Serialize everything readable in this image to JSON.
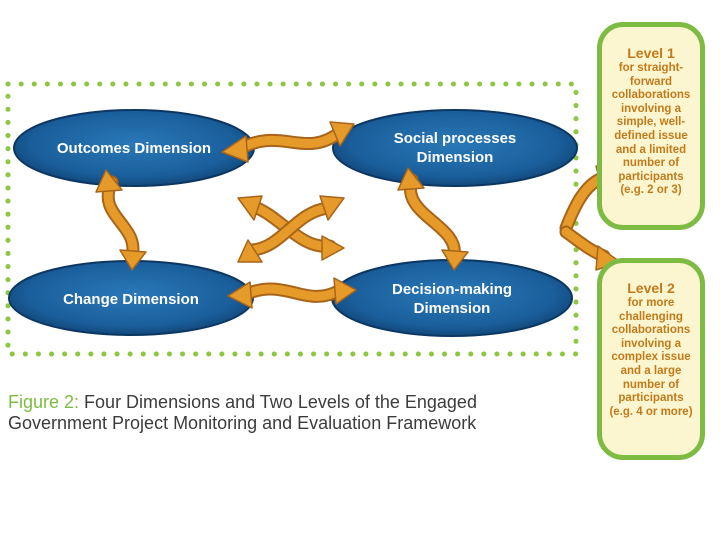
{
  "nodes": {
    "outcomes": {
      "line1": "Outcomes Dimension",
      "line2": ""
    },
    "social": {
      "line1": "Social processes",
      "line2": "Dimension"
    },
    "change": {
      "line1": "Change Dimension",
      "line2": ""
    },
    "decision": {
      "line1": "Decision-making",
      "line2": "Dimension"
    }
  },
  "levels": {
    "level1": {
      "title": "Level 1",
      "lines": [
        "for straight-",
        "forward",
        "collaborations",
        "involving a",
        "simple, well-",
        "defined issue",
        "and a limited",
        "number of",
        "participants",
        "(e.g. 2 or 3)"
      ]
    },
    "level2": {
      "title": "Level 2",
      "lines": [
        "for more",
        "challenging",
        "collaborations",
        "involving a",
        "complex issue",
        "and a large",
        "number of",
        "participants",
        "(e.g. 4 or more)"
      ]
    }
  },
  "caption": {
    "figure_number": "Figure 2:",
    "line1": " Four Dimensions and Two Levels of the Engaged",
    "line2": "Government Project Monitoring and Evaluation Framework"
  },
  "colors": {
    "ellipse": "#1a5f9c",
    "ellipse_dark": "#0f3f6e",
    "arrow": "#e59a2a",
    "arrow_stroke": "#a8651a",
    "level_border": "#7dbb42",
    "level_fill": "#fbf6cf",
    "level_text": "#c47a1b",
    "dotted_border": "#8dc63f",
    "caption_number": "#7dbb42"
  }
}
